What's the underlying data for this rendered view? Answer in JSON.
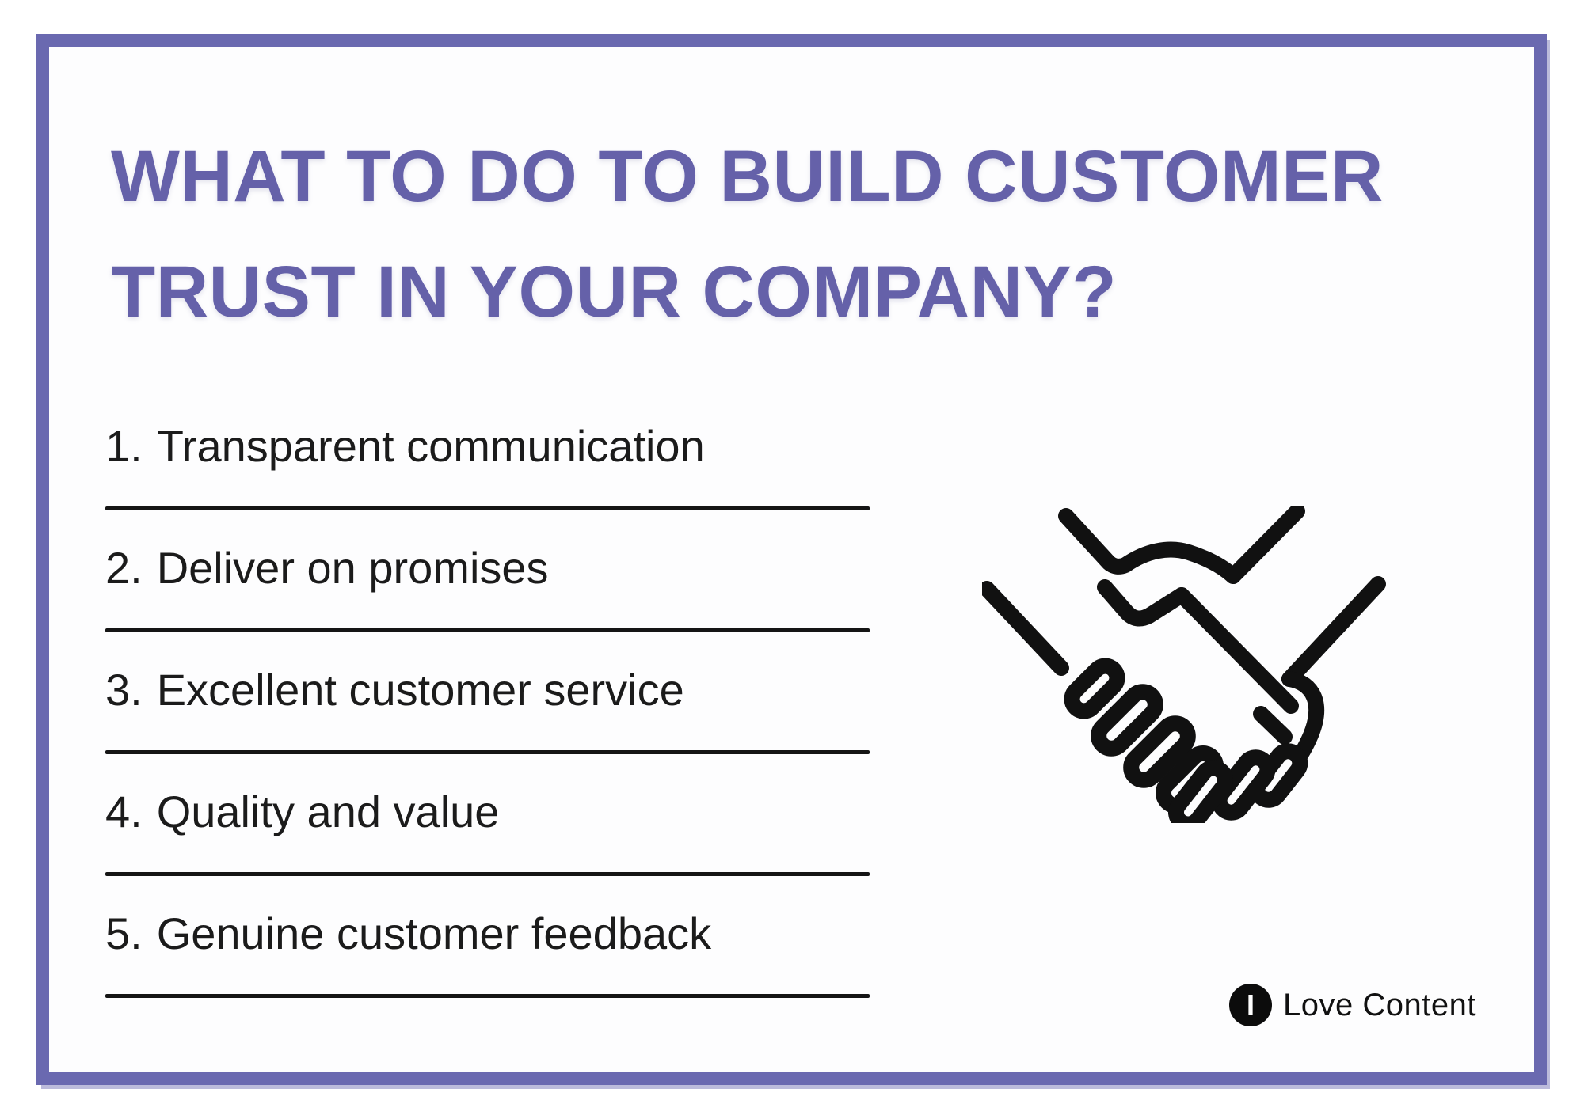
{
  "title": {
    "text": "WHAT TO DO TO BUILD CUSTOMER TRUST IN YOUR COMPANY?"
  },
  "list": {
    "items": [
      {
        "number": "1.",
        "label": "Transparent communication"
      },
      {
        "number": "2.",
        "label": "Deliver on promises"
      },
      {
        "number": "3.",
        "label": "Excellent customer service"
      },
      {
        "number": "4.",
        "label": "Quality and value"
      },
      {
        "number": "5.",
        "label": "Genuine customer feedback"
      }
    ]
  },
  "illustration": {
    "icon": "handshake-icon"
  },
  "logo": {
    "monogram": "I",
    "brand": "Love Content"
  },
  "colors": {
    "accent": "#6561a9",
    "frame": "#6a69b0",
    "ink": "#1b1b1b",
    "line": "#151515",
    "logo_bg": "#0c0c0c"
  }
}
